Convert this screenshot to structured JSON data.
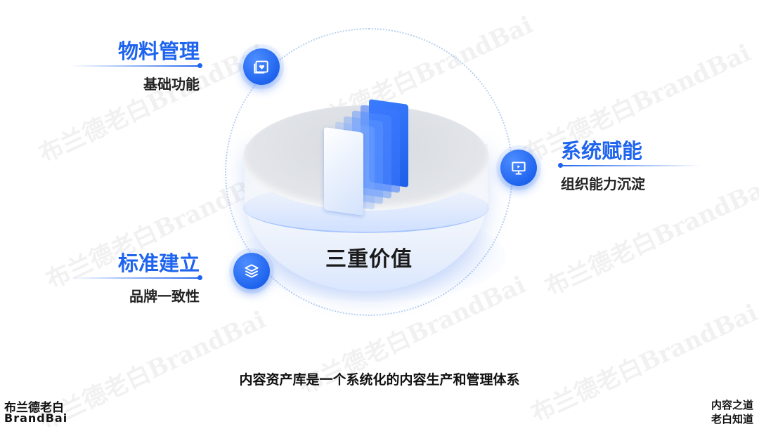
{
  "watermark": "布兰德老白BrandBai",
  "center": {
    "title": "三重价值"
  },
  "features": [
    {
      "title": "物料管理",
      "subtitle": "基础功能",
      "icon": "heart-image-icon"
    },
    {
      "title": "系统赋能",
      "subtitle": "组织能力沉淀",
      "icon": "monitor-play-icon"
    },
    {
      "title": "标准建立",
      "subtitle": "品牌一致性",
      "icon": "layers-icon"
    }
  ],
  "caption": "内容资产库是一个系统化的内容生产和管理体系",
  "brand": {
    "name_cn": "布兰德老白",
    "name_en": "BrandBai"
  },
  "footer_right": {
    "line1": "内容之道",
    "line2": "老白知道"
  },
  "colors": {
    "accent": "#1f64ee",
    "text": "#111111"
  }
}
